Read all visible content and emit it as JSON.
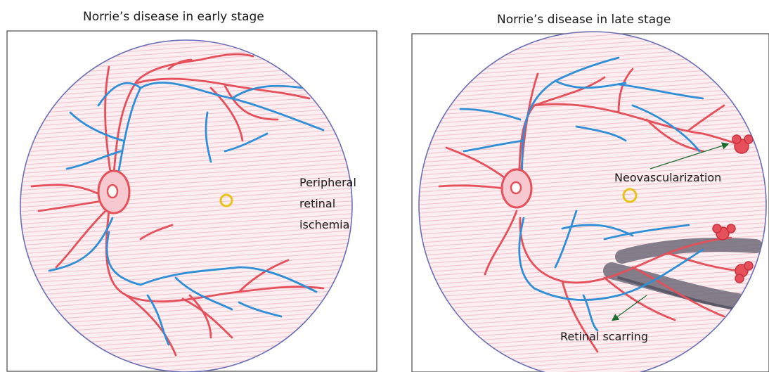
{
  "panels": {
    "left": {
      "title": "Norrie’s disease in early stage"
    },
    "right": {
      "title": "Norrie’s disease in late stage"
    }
  },
  "labels": {
    "ischemia": [
      "Peripheral",
      "retinal",
      "ischemia"
    ],
    "neovascularization": "Neovascularization",
    "scarring": "Retinal scarring"
  },
  "colors": {
    "artery": "#e5505a",
    "vein": "#2f8fd6",
    "retina_fill": "#fbeff2",
    "retina_hatch": "#f3c2ca",
    "macula": "#e6c21a",
    "scar": "#6e6a78",
    "outline": "#6a6fb5",
    "arrow": "#1d6e2e"
  }
}
